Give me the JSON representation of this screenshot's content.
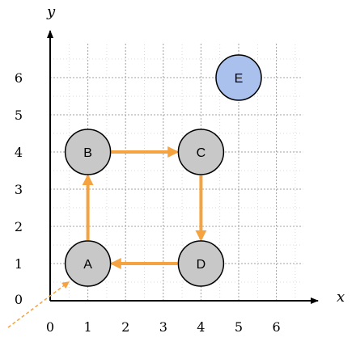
{
  "axes": {
    "x_label": "x",
    "y_label": "y",
    "x_ticks": [
      "0",
      "1",
      "2",
      "3",
      "4",
      "5",
      "6"
    ],
    "y_ticks": [
      "0",
      "1",
      "2",
      "3",
      "4",
      "5",
      "6"
    ],
    "x_range": [
      0,
      7
    ],
    "y_range": [
      0,
      7
    ],
    "grid": true
  },
  "colors": {
    "arrow": "#f4a340",
    "node_fill": "#c8c8c8",
    "node_highlight_fill": "#a9c1ec",
    "node_stroke": "#000000",
    "axis": "#000000",
    "grid": "#a0a0a0"
  },
  "nodes": [
    {
      "id": "A",
      "label": "A",
      "x": 1,
      "y": 1,
      "highlight": false
    },
    {
      "id": "B",
      "label": "B",
      "x": 1,
      "y": 4,
      "highlight": false
    },
    {
      "id": "C",
      "label": "C",
      "x": 4,
      "y": 4,
      "highlight": false
    },
    {
      "id": "D",
      "label": "D",
      "x": 4,
      "y": 1,
      "highlight": false
    },
    {
      "id": "E",
      "label": "E",
      "x": 5,
      "y": 6,
      "highlight": true
    }
  ],
  "edges": [
    {
      "from": "A",
      "to": "B"
    },
    {
      "from": "B",
      "to": "C"
    },
    {
      "from": "C",
      "to": "D"
    },
    {
      "from": "D",
      "to": "A"
    }
  ],
  "start_pointer": {
    "to": "A",
    "dashed": true
  }
}
